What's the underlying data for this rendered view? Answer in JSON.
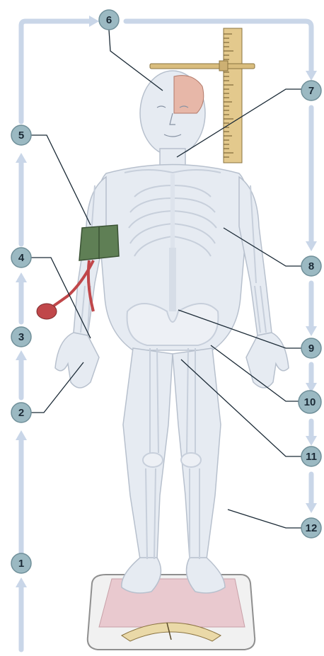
{
  "labels": {
    "n1": "1",
    "n2": "2",
    "n3": "3",
    "n4": "4",
    "n5": "5",
    "n6": "6",
    "n7": "7",
    "n8": "8",
    "n9": "9",
    "n10": "10",
    "n11": "11",
    "n12": "12"
  },
  "colors": {
    "flow_arrow": "#c9d6e8",
    "label_badge": "#9bb9c2",
    "label_ring": "#6f8f99",
    "body_fill": "#e6ebf2",
    "bone_fill": "#f3f5f8",
    "cuff": "#5f7f55",
    "bulb": "#c0474a",
    "scale_mat": "#e9c9cf",
    "ruler": "#e3c98d",
    "brain": "#e7b7a8"
  },
  "icons": {
    "cuff": "blood-pressure-cuff-icon",
    "ruler": "height-ruler-icon",
    "scale": "weighing-scale-icon",
    "brain": "brain-icon"
  }
}
